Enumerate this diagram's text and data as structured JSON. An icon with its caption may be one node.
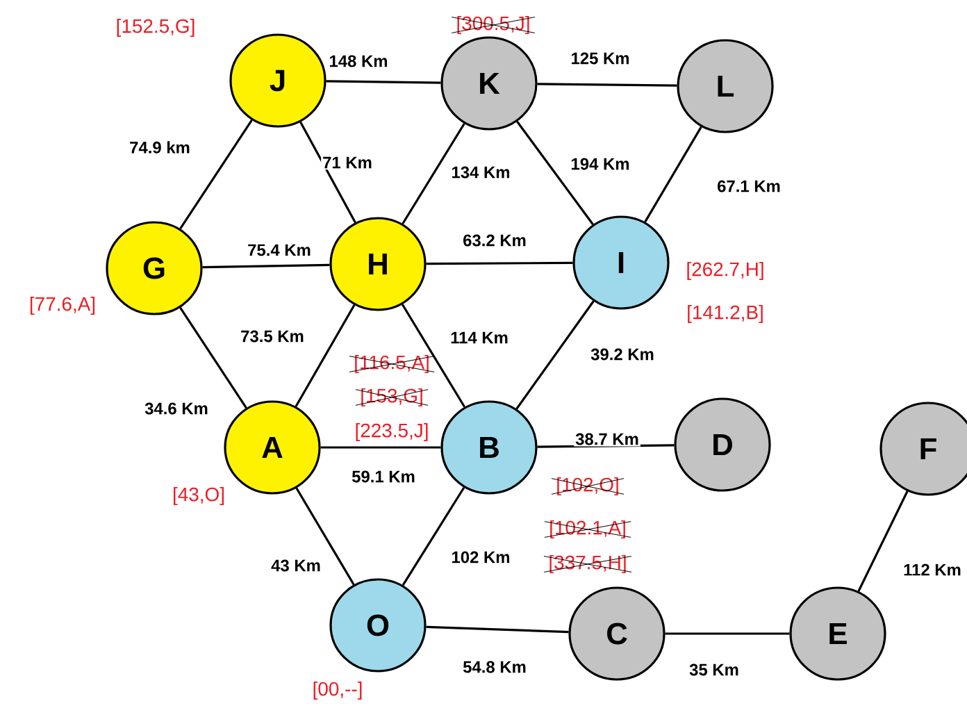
{
  "diagram": {
    "nodes": [
      {
        "text": [
          "J"
        ],
        "beside": [
          "[152.5,G]"
        ]
      },
      {
        "text": [
          "K"
        ],
        "beside": [
          "[300.5,J]"
        ]
      },
      {
        "text": [
          "L"
        ]
      },
      {
        "text": [
          "G"
        ],
        "beside": [
          "[77.6,A]"
        ]
      },
      {
        "text": [
          "H"
        ],
        "beside": [
          "[116.5,A]",
          "[153,G]",
          "[223.5,J]"
        ]
      },
      {
        "text": [
          "I"
        ],
        "beside": [
          "[262.7,H]",
          "[141.2,B]"
        ]
      },
      {
        "text": [
          "A"
        ],
        "beside": [
          "[43,O]"
        ]
      },
      {
        "text": [
          "B"
        ],
        "beside": [
          "[102,O]",
          "[102.1,A]",
          "[337.5,H]"
        ]
      },
      {
        "text": [
          "D"
        ]
      },
      {
        "text": [
          "F"
        ]
      },
      {
        "text": [
          "O"
        ],
        "beside": [
          "[00,--]"
        ]
      },
      {
        "text": [
          "C"
        ]
      },
      {
        "text": [
          "E"
        ]
      }
    ],
    "edges": [
      {
        "from": 0,
        "to": 1,
        "arrow": "none",
        "label": "148 Km"
      },
      {
        "from": 1,
        "to": 2,
        "arrow": "none",
        "label": "125 Km"
      },
      {
        "from": 3,
        "to": 0,
        "arrow": "none",
        "label": "74.9 km"
      },
      {
        "from": 0,
        "to": 4,
        "arrow": "none",
        "label": "71 Km"
      },
      {
        "from": 1,
        "to": 4,
        "arrow": "none",
        "label": "134 Km"
      },
      {
        "from": 1,
        "to": 5,
        "arrow": "none",
        "label": "194 Km"
      },
      {
        "from": 2,
        "to": 5,
        "arrow": "none",
        "label": "67.1 Km"
      },
      {
        "from": 3,
        "to": 4,
        "arrow": "none",
        "label": "75.4 Km"
      },
      {
        "from": 4,
        "to": 5,
        "arrow": "none",
        "label": "63.2 Km"
      },
      {
        "from": 3,
        "to": 6,
        "arrow": "none",
        "label": "34.6 Km"
      },
      {
        "from": 4,
        "to": 6,
        "arrow": "none",
        "label": "73.5 Km"
      },
      {
        "from": 4,
        "to": 7,
        "arrow": "none",
        "label": "114 Km"
      },
      {
        "from": 5,
        "to": 7,
        "arrow": "none",
        "label": "39.2 Km"
      },
      {
        "from": 6,
        "to": 7,
        "arrow": "none",
        "label": "59.1 Km"
      },
      {
        "from": 7,
        "to": 8,
        "arrow": "none",
        "label": "38.7 Km"
      },
      {
        "from": 6,
        "to": 10,
        "arrow": "none",
        "label": "43 Km"
      },
      {
        "from": 7,
        "to": 10,
        "arrow": "none",
        "label": "102 Km"
      },
      {
        "from": 10,
        "to": 11,
        "arrow": "none",
        "label": "54.8 Km"
      },
      {
        "from": 11,
        "to": 12,
        "arrow": "none",
        "label": "35 Km"
      },
      {
        "from": 12,
        "to": 9,
        "arrow": "none",
        "label": "112 Km"
      }
    ]
  }
}
